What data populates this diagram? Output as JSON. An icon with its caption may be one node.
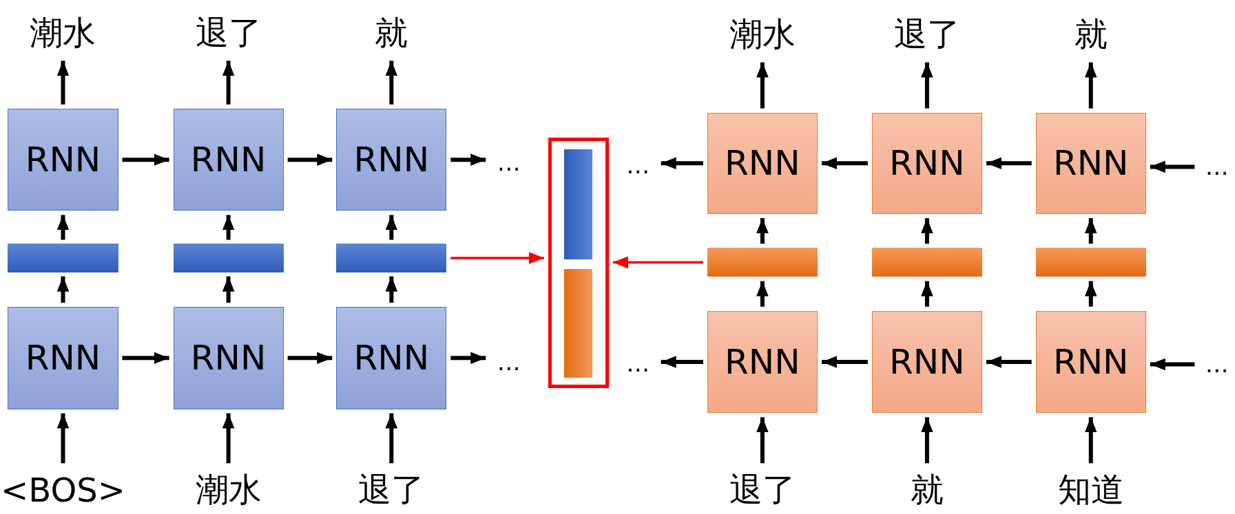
{
  "diagram": {
    "nodes": [
      {
        "text": [
          "潮水"
        ]
      },
      {
        "text": [
          "RNN"
        ]
      },
      {
        "text": [],
        "shape": "bar"
      },
      {
        "text": [
          "RNN"
        ]
      },
      {
        "text": [
          "<BOS>"
        ]
      },
      {
        "text": [
          "退了"
        ]
      },
      {
        "text": [
          "RNN"
        ]
      },
      {
        "text": [],
        "shape": "bar"
      },
      {
        "text": [
          "RNN"
        ]
      },
      {
        "text": [
          "潮水"
        ]
      },
      {
        "text": [
          "就"
        ]
      },
      {
        "text": [
          "RNN"
        ]
      },
      {
        "text": [],
        "shape": "bar"
      },
      {
        "text": [
          "RNN"
        ]
      },
      {
        "text": [
          "退了"
        ]
      },
      {
        "text": [
          "…"
        ]
      },
      {
        "text": [
          "…"
        ]
      },
      {
        "text": [],
        "shape": "box"
      },
      {
        "text": [],
        "shape": "bar",
        "in": 17
      },
      {
        "text": [],
        "shape": "bar",
        "in": 17
      },
      {
        "text": [
          "…"
        ]
      },
      {
        "text": [
          "…"
        ]
      },
      {
        "text": [
          "潮水"
        ]
      },
      {
        "text": [
          "RNN"
        ]
      },
      {
        "text": [],
        "shape": "bar"
      },
      {
        "text": [
          "RNN"
        ]
      },
      {
        "text": [
          "退了"
        ]
      },
      {
        "text": [
          "退了"
        ]
      },
      {
        "text": [
          "RNN"
        ]
      },
      {
        "text": [],
        "shape": "bar"
      },
      {
        "text": [
          "RNN"
        ]
      },
      {
        "text": [
          "就"
        ]
      },
      {
        "text": [
          "就"
        ]
      },
      {
        "text": [
          "RNN"
        ]
      },
      {
        "text": [],
        "shape": "bar"
      },
      {
        "text": [
          "RNN"
        ]
      },
      {
        "text": [
          "知道"
        ]
      },
      {
        "text": [
          "…"
        ]
      },
      {
        "text": [
          "…"
        ]
      }
    ],
    "edges": [
      {
        "from": 4,
        "to": 3,
        "arrow": "to"
      },
      {
        "from": 3,
        "to": 2,
        "arrow": "to"
      },
      {
        "from": 2,
        "to": 1,
        "arrow": "to"
      },
      {
        "from": 1,
        "to": 0,
        "arrow": "to"
      },
      {
        "from": 9,
        "to": 8,
        "arrow": "to"
      },
      {
        "from": 8,
        "to": 7,
        "arrow": "to"
      },
      {
        "from": 7,
        "to": 6,
        "arrow": "to"
      },
      {
        "from": 6,
        "to": 5,
        "arrow": "to"
      },
      {
        "from": 14,
        "to": 13,
        "arrow": "to"
      },
      {
        "from": 13,
        "to": 12,
        "arrow": "to"
      },
      {
        "from": 12,
        "to": 11,
        "arrow": "to"
      },
      {
        "from": 11,
        "to": 10,
        "arrow": "to"
      },
      {
        "from": 1,
        "to": 6,
        "arrow": "to"
      },
      {
        "from": 6,
        "to": 11,
        "arrow": "to"
      },
      {
        "from": 11,
        "to": 15,
        "arrow": "to"
      },
      {
        "from": 3,
        "to": 8,
        "arrow": "to"
      },
      {
        "from": 8,
        "to": 13,
        "arrow": "to"
      },
      {
        "from": 13,
        "to": 16,
        "arrow": "to"
      },
      {
        "from": 12,
        "to": 17,
        "arrow": "to",
        "color": "#ff0000"
      },
      {
        "from": 24,
        "to": 17,
        "arrow": "to",
        "color": "#ff0000"
      },
      {
        "from": 26,
        "to": 25,
        "arrow": "to"
      },
      {
        "from": 25,
        "to": 24,
        "arrow": "to"
      },
      {
        "from": 24,
        "to": 23,
        "arrow": "to"
      },
      {
        "from": 23,
        "to": 22,
        "arrow": "to"
      },
      {
        "from": 31,
        "to": 30,
        "arrow": "to"
      },
      {
        "from": 30,
        "to": 29,
        "arrow": "to"
      },
      {
        "from": 29,
        "to": 28,
        "arrow": "to"
      },
      {
        "from": 28,
        "to": 27,
        "arrow": "to"
      },
      {
        "from": 36,
        "to": 35,
        "arrow": "to"
      },
      {
        "from": 35,
        "to": 34,
        "arrow": "to"
      },
      {
        "from": 34,
        "to": 33,
        "arrow": "to"
      },
      {
        "from": 33,
        "to": 32,
        "arrow": "to"
      },
      {
        "from": 37,
        "to": 33,
        "arrow": "to"
      },
      {
        "from": 33,
        "to": 28,
        "arrow": "to"
      },
      {
        "from": 28,
        "to": 23,
        "arrow": "to"
      },
      {
        "from": 23,
        "to": 20,
        "arrow": "to"
      },
      {
        "from": 38,
        "to": 35,
        "arrow": "to"
      },
      {
        "from": 35,
        "to": 30,
        "arrow": "to"
      },
      {
        "from": 30,
        "to": 25,
        "arrow": "to"
      },
      {
        "from": 25,
        "to": 21,
        "arrow": "to"
      }
    ]
  }
}
